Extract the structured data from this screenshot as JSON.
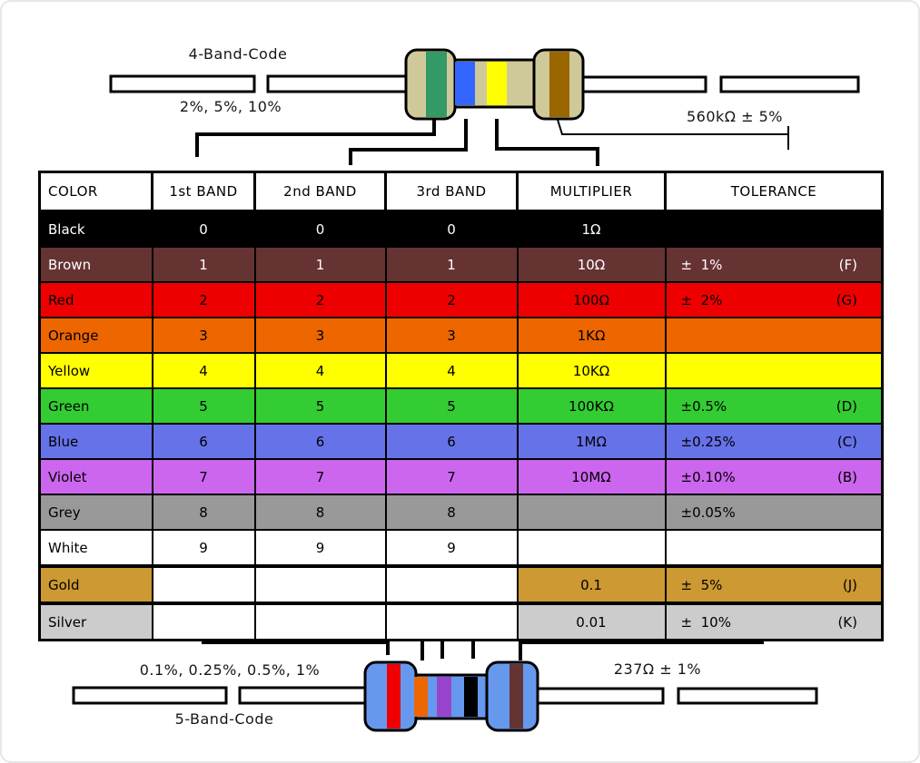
{
  "page": {
    "background": "#ffffff",
    "frame_border_color": "#e6e6e6"
  },
  "top_resistor": {
    "kind": "4-band resistor",
    "code_label": "4-Band-Code",
    "tolerance_label": "2%, 5%, 10%",
    "value_label": "560kΩ ± 5%",
    "body_color": "#cfc99a",
    "lead_color": "#ffffff",
    "bands": [
      {
        "name": "green",
        "color": "#339966",
        "meaning": "1st band = 5"
      },
      {
        "name": "blue",
        "color": "#3366ff",
        "meaning": "2nd band = 6"
      },
      {
        "name": "yellow",
        "color": "#ffff00",
        "meaning": "multiplier = 10KΩ"
      },
      {
        "name": "gold",
        "color": "#996600",
        "meaning": "tolerance = ±5%"
      }
    ]
  },
  "bottom_resistor": {
    "kind": "5-band resistor",
    "code_label": "5-Band-Code",
    "tolerance_label": "0.1%, 0.25%, 0.5%, 1%",
    "value_label": "237Ω ± 1%",
    "body_color": "#6699ee",
    "lead_color": "#ffffff",
    "bands": [
      {
        "name": "red",
        "color": "#ee0000",
        "meaning": "1st band = 2"
      },
      {
        "name": "orange",
        "color": "#ee6600",
        "meaning": "2nd band = 3"
      },
      {
        "name": "violet",
        "color": "#9944cc",
        "meaning": "3rd band = 7"
      },
      {
        "name": "black",
        "color": "#000000",
        "meaning": "multiplier = 1Ω"
      },
      {
        "name": "brown",
        "color": "#663333",
        "meaning": "tolerance = ±1%"
      }
    ]
  },
  "table": {
    "headers": [
      "COLOR",
      "1st BAND",
      "2nd BAND",
      "3rd BAND",
      "MULTIPLIER",
      "TOLERANCE"
    ],
    "rows": [
      {
        "name": "Black",
        "bg": "#000000",
        "fg": "#ffffff",
        "digits": [
          "0",
          "0",
          "0"
        ],
        "multiplier": "1Ω",
        "tolerance": "",
        "letter": ""
      },
      {
        "name": "Brown",
        "bg": "#663333",
        "fg": "#ffffff",
        "digits": [
          "1",
          "1",
          "1"
        ],
        "multiplier": "10Ω",
        "tolerance": "±  1%",
        "letter": "(F)"
      },
      {
        "name": "Red",
        "bg": "#ee0000",
        "fg": "#000000",
        "digits": [
          "2",
          "2",
          "2"
        ],
        "multiplier": "100Ω",
        "tolerance": "±  2%",
        "letter": "(G)"
      },
      {
        "name": "Orange",
        "bg": "#ee6600",
        "fg": "#000000",
        "digits": [
          "3",
          "3",
          "3"
        ],
        "multiplier": "1KΩ",
        "tolerance": "",
        "letter": ""
      },
      {
        "name": "Yellow",
        "bg": "#ffff00",
        "fg": "#000000",
        "digits": [
          "4",
          "4",
          "4"
        ],
        "multiplier": "10KΩ",
        "tolerance": "",
        "letter": ""
      },
      {
        "name": "Green",
        "bg": "#33cc33",
        "fg": "#000000",
        "digits": [
          "5",
          "5",
          "5"
        ],
        "multiplier": "100KΩ",
        "tolerance": "±0.5%",
        "letter": "(D)"
      },
      {
        "name": "Blue",
        "bg": "#6672e8",
        "fg": "#000000",
        "digits": [
          "6",
          "6",
          "6"
        ],
        "multiplier": "1MΩ",
        "tolerance": "±0.25%",
        "letter": "(C)"
      },
      {
        "name": "Violet",
        "bg": "#cc66ee",
        "fg": "#000000",
        "digits": [
          "7",
          "7",
          "7"
        ],
        "multiplier": "10MΩ",
        "tolerance": "±0.10%",
        "letter": "(B)"
      },
      {
        "name": "Grey",
        "bg": "#999999",
        "fg": "#000000",
        "digits": [
          "8",
          "8",
          "8"
        ],
        "multiplier": "",
        "tolerance": "±0.05%",
        "letter": ""
      },
      {
        "name": "White",
        "bg": "#ffffff",
        "fg": "#000000",
        "digits": [
          "9",
          "9",
          "9"
        ],
        "multiplier": "",
        "tolerance": "",
        "letter": ""
      },
      {
        "name": "Gold",
        "bg": "#cc9933",
        "fg": "#000000",
        "band_bg": "#ffffff",
        "digits": [
          "",
          "",
          ""
        ],
        "multiplier": "0.1",
        "tolerance": "±  5%",
        "letter": "(J)"
      },
      {
        "name": "Silver",
        "bg": "#cccccc",
        "fg": "#000000",
        "band_bg": "#ffffff",
        "digits": [
          "",
          "",
          ""
        ],
        "multiplier": "0.01",
        "tolerance": "±  10%",
        "letter": "(K)"
      }
    ]
  }
}
